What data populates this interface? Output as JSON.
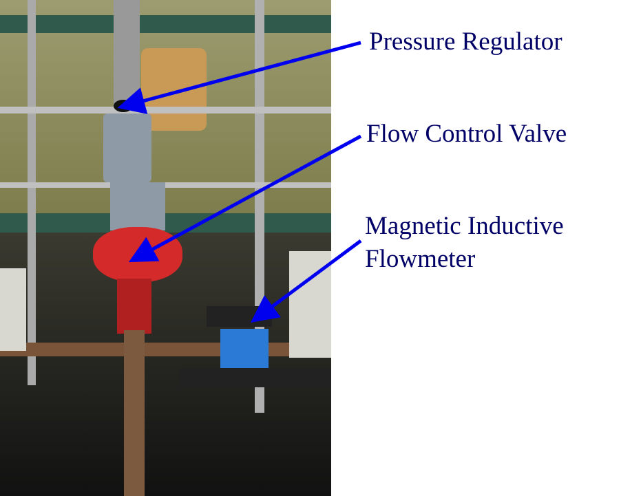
{
  "labels": {
    "pressure_regulator": "Pressure Regulator",
    "flow_control_valve": "Flow Control Valve",
    "flowmeter_line1": "Magnetic Inductive",
    "flowmeter_line2": "Flowmeter"
  },
  "colors": {
    "label_text": "#000066",
    "arrow": "#0000ee"
  }
}
